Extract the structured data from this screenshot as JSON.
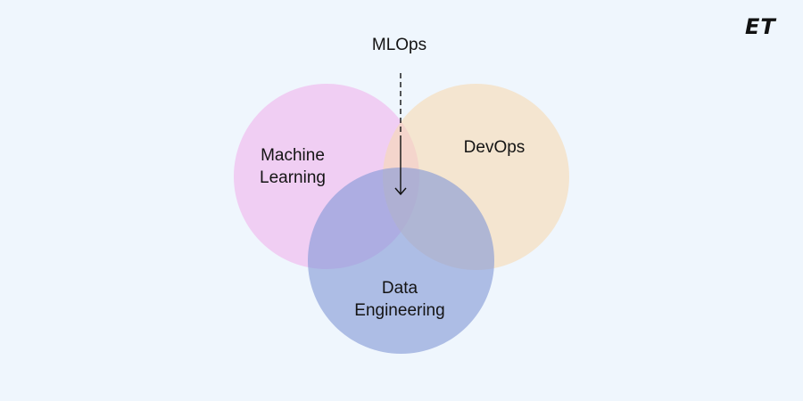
{
  "logo": {
    "text": "ET"
  },
  "diagram": {
    "type": "venn",
    "intersection_label": "MLOps",
    "sets": [
      {
        "name": "Machine Learning",
        "line1": "Machine",
        "line2": "Learning",
        "color": "#f0c8f0"
      },
      {
        "name": "DevOps",
        "line1": "DevOps",
        "color": "#f5dfbd"
      },
      {
        "name": "Data Engineering",
        "line1": "Data",
        "line2": "Engineering",
        "color": "#8c9fdc"
      }
    ]
  },
  "colors": {
    "background": "#eff6fd",
    "text": "#141414"
  }
}
